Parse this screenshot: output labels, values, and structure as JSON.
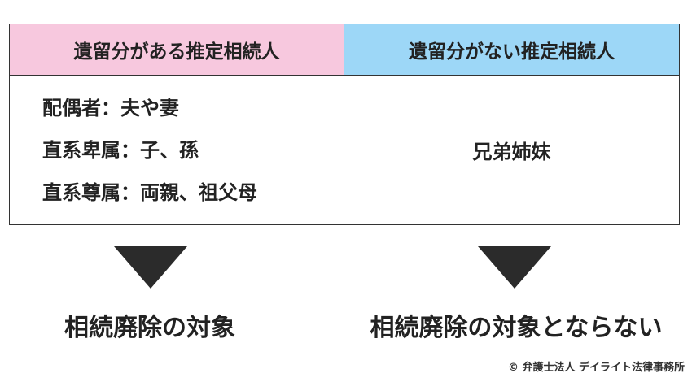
{
  "table": {
    "left_header": "遺留分がある推定相続人",
    "right_header": "遺留分がない推定相続人",
    "left_items": [
      "配偶者：夫や妻",
      "直系卑属：子、孫",
      "直系尊属：両親、祖父母"
    ],
    "right_item": "兄弟姉妹"
  },
  "results": {
    "left": "相続廃除の対象",
    "right": "相続廃除の対象とならない"
  },
  "copyright": "© 弁護士法人 デイライト法律事務所",
  "colors": {
    "left_header_bg": "#f7c8de",
    "right_header_bg": "#9dd7f7",
    "arrow": "#2b2b2b",
    "border": "#333333"
  },
  "icons": {
    "arrow": "down-triangle"
  }
}
